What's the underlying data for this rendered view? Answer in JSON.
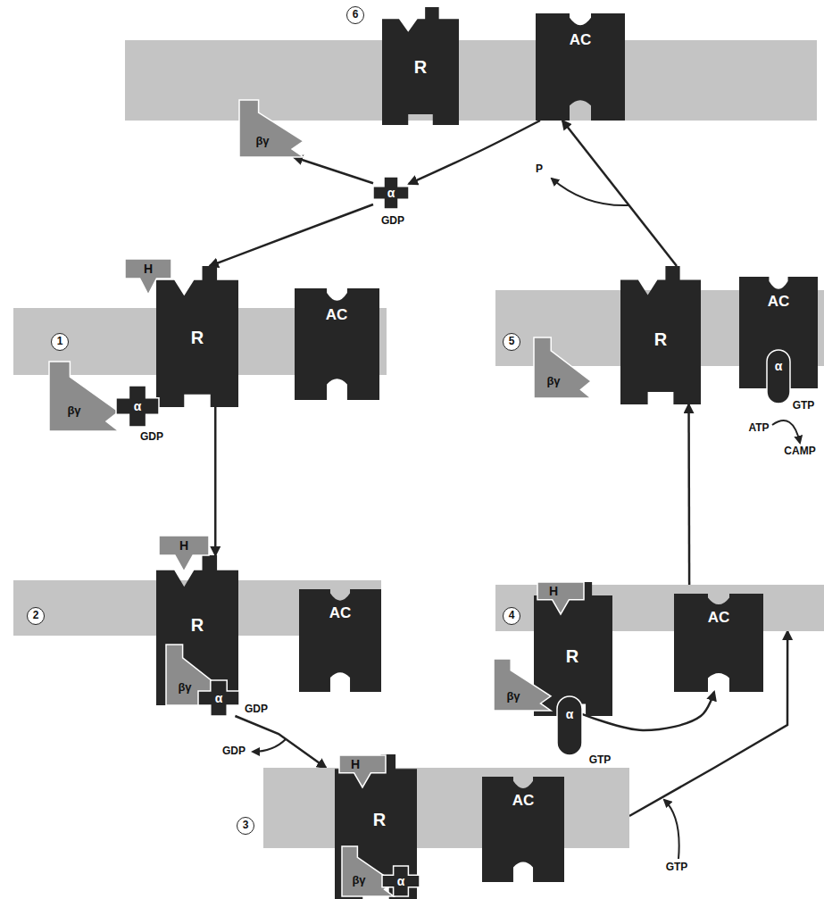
{
  "diagram": {
    "nodes": [
      {
        "text": [
          "6"
        ]
      },
      {
        "text": [
          "R"
        ],
        "in": 0
      },
      {
        "text": [
          "AC"
        ],
        "in": 0
      },
      {
        "text": [
          "βγ"
        ]
      },
      {
        "text": [
          "α",
          "GDP"
        ]
      },
      {
        "text": [
          "1"
        ]
      },
      {
        "text": [
          "R"
        ],
        "in": 5
      },
      {
        "text": [
          "AC"
        ],
        "in": 5
      },
      {
        "text": [
          "H"
        ]
      },
      {
        "text": [
          "βγ"
        ]
      },
      {
        "text": [
          "α",
          "GDP"
        ]
      },
      {
        "text": [
          "5"
        ]
      },
      {
        "text": [
          "R"
        ],
        "in": 11
      },
      {
        "text": [
          "AC"
        ],
        "in": 11
      },
      {
        "text": [
          "α",
          "GTP"
        ],
        "in": 13
      },
      {
        "text": [
          "βγ"
        ]
      },
      {
        "text": [
          "2"
        ]
      },
      {
        "text": [
          "R"
        ],
        "in": 16
      },
      {
        "text": [
          "AC"
        ],
        "in": 16
      },
      {
        "text": [
          "H"
        ]
      },
      {
        "text": [
          "βγ"
        ]
      },
      {
        "text": [
          "α",
          "GDP"
        ]
      },
      {
        "text": [
          "4"
        ]
      },
      {
        "text": [
          "R"
        ],
        "in": 22
      },
      {
        "text": [
          "H"
        ],
        "in": 23
      },
      {
        "text": [
          "AC"
        ],
        "in": 22
      },
      {
        "text": [
          "βγ"
        ]
      },
      {
        "text": [
          "α",
          "GTP"
        ]
      },
      {
        "text": [
          "3"
        ]
      },
      {
        "text": [
          "R"
        ],
        "in": 28
      },
      {
        "text": [
          "H"
        ],
        "in": 29
      },
      {
        "text": [
          "AC"
        ],
        "in": 28
      },
      {
        "text": [
          "βγ"
        ]
      },
      {
        "text": [
          "α"
        ]
      }
    ],
    "edges": [
      {
        "from": 2,
        "to": 4,
        "arrow": "to"
      },
      {
        "from": 4,
        "to": 3,
        "arrow": "to"
      },
      {
        "from": 4,
        "to": 6,
        "arrow": "to"
      },
      {
        "from": 6,
        "to": 17,
        "arrow": "to"
      },
      {
        "from": 21,
        "to": 28,
        "arrow": "to"
      },
      {
        "from": 28,
        "to": 22,
        "arrow": "to"
      },
      {
        "from": 27,
        "to": 25,
        "arrow": "to"
      },
      {
        "from": 22,
        "to": 12,
        "arrow": "to"
      },
      {
        "from": 12,
        "to": 2,
        "arrow": "to"
      }
    ],
    "labels": [
      "GDP",
      "GTP",
      "P",
      "ATP",
      "CAMP"
    ]
  }
}
